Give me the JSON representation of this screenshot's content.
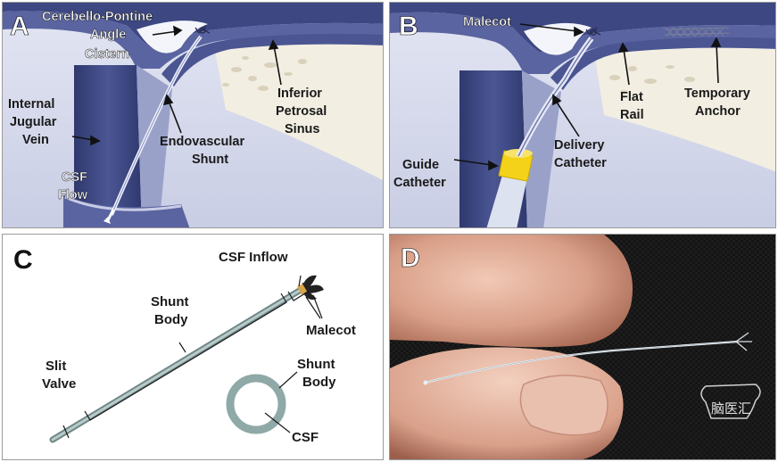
{
  "panels": {
    "a": {
      "letter": "A",
      "labels": {
        "cerebello_l1": "Cerebello-Pontine",
        "cerebello_l2": "Angle",
        "cerebello_l3": "Cistern",
        "inferior_l1": "Inferior",
        "inferior_l2": "Petrosal",
        "inferior_l3": "Sinus",
        "ijv_l1": "Internal",
        "ijv_l2": "Jugular",
        "ijv_l3": "Vein",
        "shunt_l1": "Endovascular",
        "shunt_l2": "Shunt",
        "csf_l1": "CSF",
        "csf_l2": "Flow"
      }
    },
    "b": {
      "letter": "B",
      "labels": {
        "malecot": "Malecot",
        "flat_l1": "Flat",
        "flat_l2": "Rail",
        "temp_l1": "Temporary",
        "temp_l2": "Anchor",
        "guide_l1": "Guide",
        "guide_l2": "Catheter",
        "delivery_l1": "Delivery",
        "delivery_l2": "Catheter"
      }
    },
    "c": {
      "letter": "C",
      "labels": {
        "csf_inflow": "CSF Inflow",
        "shunt_body_l1": "Shunt",
        "shunt_body_l2": "Body",
        "malecot": "Malecot",
        "slit_l1": "Slit",
        "slit_l2": "Valve",
        "ring_shunt_l1": "Shunt",
        "ring_shunt_l2": "Body",
        "csf": "CSF"
      }
    },
    "d": {
      "letter": "D",
      "watermark": "脑医汇"
    }
  },
  "colors": {
    "vessel": "#3f4a86",
    "vessel_light": "#7e87b9",
    "tissue": "#d7dbee",
    "bone": "#f3efe3",
    "catheter_yellow": "#f5d21a",
    "shunt_teal": "#8fa9a8"
  }
}
